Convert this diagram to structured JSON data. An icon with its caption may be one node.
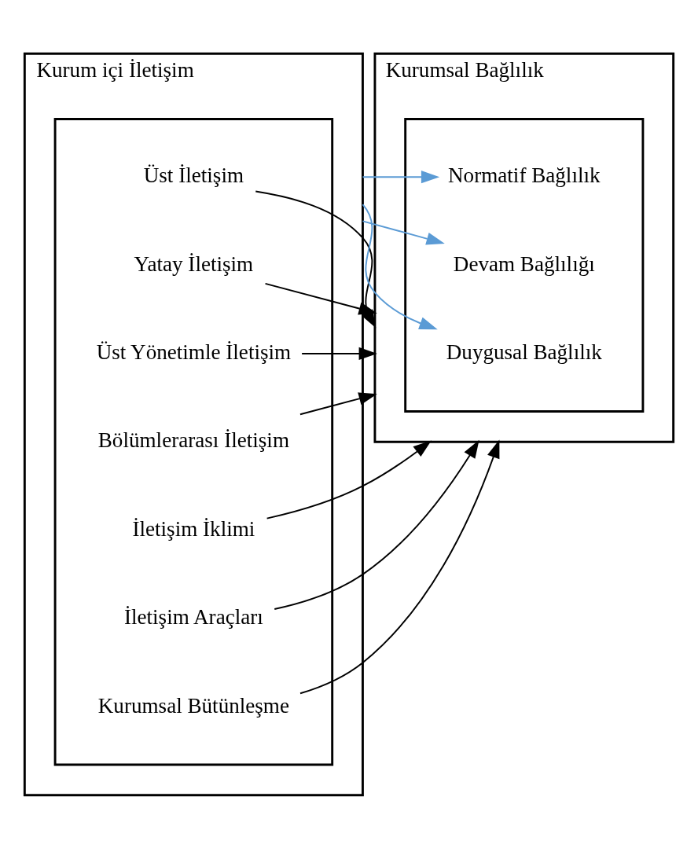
{
  "diagram": {
    "nodes": [
      {
        "text": [
          "Kurum içi İletişim"
        ]
      },
      {
        "text": [],
        "shape": "box",
        "in": 0
      },
      {
        "text": [
          "Üst İletişim"
        ],
        "in": 1
      },
      {
        "text": [
          "Yatay İletişim"
        ],
        "in": 1
      },
      {
        "text": [
          "Üst Yönetimle İletişim"
        ],
        "in": 1
      },
      {
        "text": [
          "Bölümlerarası İletişim"
        ],
        "in": 1
      },
      {
        "text": [
          "İletişim İklimi"
        ],
        "in": 1
      },
      {
        "text": [
          "İletişim Araçları"
        ],
        "in": 1
      },
      {
        "text": [
          "Kurumsal Bütünleşme"
        ],
        "in": 1
      },
      {
        "text": [
          "Kurumsal Bağlılık"
        ]
      },
      {
        "text": [],
        "shape": "box",
        "in": 9
      },
      {
        "text": [
          "Duygusal Bağlılık"
        ],
        "in": 10
      },
      {
        "text": [
          "Devam Bağlılığı"
        ],
        "in": 10
      },
      {
        "text": [
          "Normatif Bağlılık"
        ],
        "in": 10
      }
    ],
    "edges": [
      {
        "from": 2,
        "to": 9,
        "arrow": "to"
      },
      {
        "from": 3,
        "to": 9,
        "arrow": "to"
      },
      {
        "from": 4,
        "to": 9,
        "arrow": "to"
      },
      {
        "from": 5,
        "to": 9,
        "arrow": "to"
      },
      {
        "from": 6,
        "to": 9,
        "arrow": "to"
      },
      {
        "from": 7,
        "to": 9,
        "arrow": "to"
      },
      {
        "from": 8,
        "to": 9,
        "arrow": "to"
      },
      {
        "from": 0,
        "to": 11,
        "arrow": "to",
        "color": "#5b9bd5"
      },
      {
        "from": 0,
        "to": 12,
        "arrow": "to",
        "color": "#5b9bd5"
      },
      {
        "from": 0,
        "to": 13,
        "arrow": "to",
        "color": "#5b9bd5"
      }
    ]
  }
}
